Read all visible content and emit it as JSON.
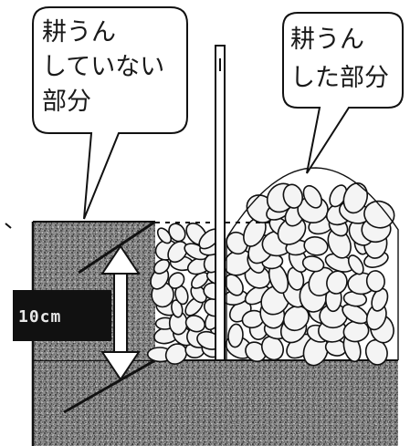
{
  "bubbles": {
    "untilled": [
      "耕うん",
      "していない",
      "部分"
    ],
    "tilled": [
      "耕うん",
      "した部分"
    ]
  },
  "depth_label": "10cm",
  "colors": {
    "soil": "#7d7d7d",
    "soil_dark": "#3a3a3a",
    "clod_fill": "#f4f4f4",
    "line": "#111111",
    "label_bg": "#111111"
  }
}
